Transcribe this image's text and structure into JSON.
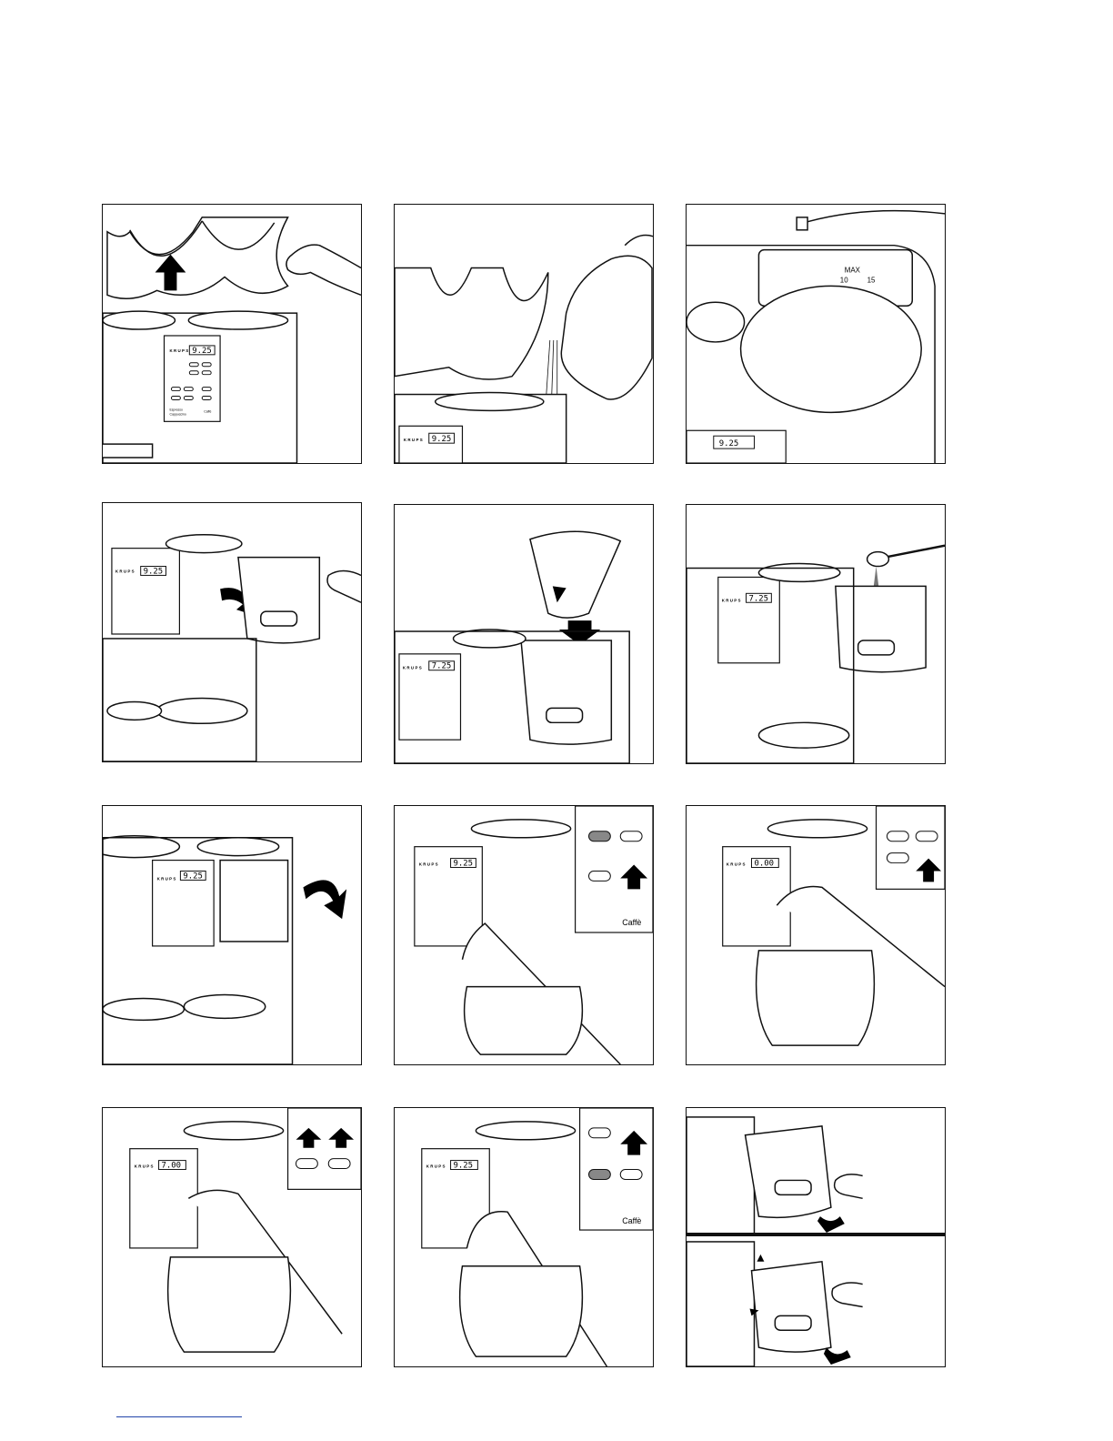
{
  "brand": "KRUPS",
  "labels": {
    "espresso": "Espresso",
    "cappuccino": "Cappuccino",
    "caffe_small": "Caffè",
    "caffe": "Caffè",
    "max": "MAX",
    "scale_10": "10",
    "scale_15": "15"
  },
  "displays": {
    "p1": "9.25",
    "p2": "9.25",
    "p3": "9.25",
    "p4": "9.25",
    "p5": "7.25",
    "p6": "7.25",
    "p7": "9.25",
    "p8": "9.25",
    "p9": "0.00",
    "p10": "7.00",
    "p11": "9.25"
  },
  "colors": {
    "line": "#111111",
    "led_on": "#888888"
  }
}
